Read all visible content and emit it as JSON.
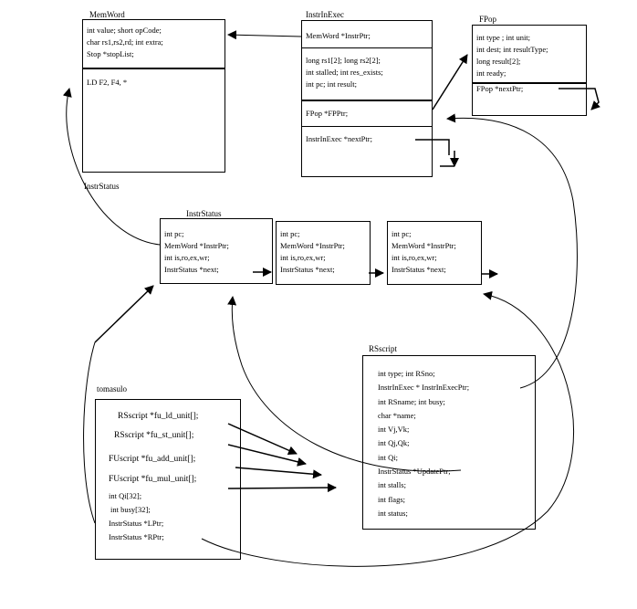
{
  "memword": {
    "title": "MemWord",
    "fields": [
      "int value;  short opCode;",
      "char rs1,rs2,rd; int extra;",
      "Stop *stopList;"
    ],
    "example": "LD F2, F4, *"
  },
  "instrinexec": {
    "title": "InstrInExec",
    "ptr": "MemWord *InstrPtr;",
    "fields": [
      "long rs1[2];  long rs2[2];",
      "int stalled;  int res_exists;",
      "int pc;  int result;"
    ],
    "fp": "FPop *FPPtr;",
    "next": "InstrInExec *nextPtr;"
  },
  "fpop": {
    "title": "FPop",
    "fields": [
      "int type ;  int unit;",
      "int dest;  int resultType;",
      "long result[2];",
      "int ready;"
    ],
    "next": "FPop *nextPtr;"
  },
  "instrstatus_label": "InstrStatus",
  "instrstatus_title": "InstrStatus",
  "instrstatus_boxes": [
    [
      "int pc;",
      "MemWord *InstrPtr;",
      "int is,ro,ex,wr;",
      "InstrStatus *next;"
    ],
    [
      "int pc;",
      "MemWord *InstrPtr;",
      "int is,ro,ex,wr;",
      "InstrStatus *next;"
    ],
    [
      "int pc;",
      "MemWord *InstrPtr;",
      "int is,ro,ex,wr;",
      "InstrStatus *next;"
    ]
  ],
  "rsscript": {
    "title": "RSscript",
    "fields": [
      "int type;  int RSno;",
      "InstrInExec * InstrInExecPtr;",
      "int RSname;  int busy;",
      "char *name;",
      "int Vj,Vk;",
      "int Qj,Qk;",
      "int Qi;",
      "InstrStatus *UpdatePtr;",
      "int stalls;",
      "int flags;",
      "int status;"
    ]
  },
  "tomasulo": {
    "title": "tomasulo",
    "fields": [
      "RSscript *fu_ld_unit[];",
      "RSscript *fu_st_unit[];",
      "FUscript *fu_add_unit[];",
      "FUscript *fu_mul_unit[];",
      "int Qi[32];",
      "int busy[32];",
      "InstrStatus *LPtr;",
      "InstrStatus *RPtr;"
    ]
  }
}
